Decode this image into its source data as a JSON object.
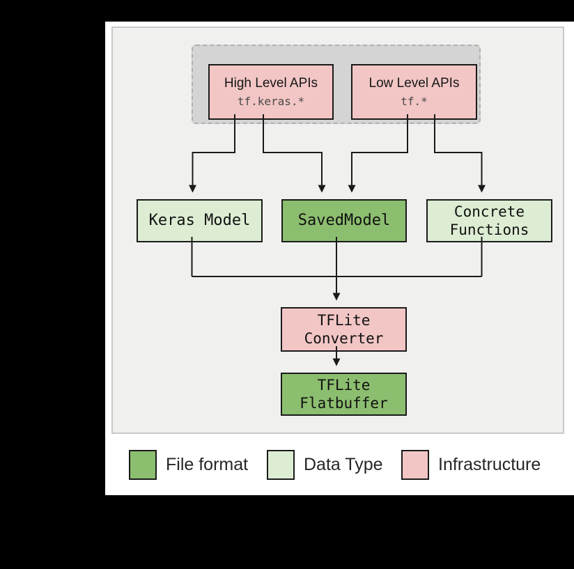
{
  "canvas": {
    "background": "#000000"
  },
  "colors": {
    "file_format_green": "#8cbe6f",
    "data_type_green": "#ddedd3",
    "infrastructure_pink": "#f2c6c5",
    "panel_bg": "#f0f0ee",
    "api_group_bg": "#d4d4d4",
    "connector_line": "#1a1a1a"
  },
  "diagram": {
    "api_group": {
      "high_level_box": {
        "title": "High Level APIs",
        "code": "tf.keras.*"
      },
      "low_level_box": {
        "title": "Low Level APIs",
        "code": "tf.*"
      }
    },
    "keras_model_box": {
      "label": "Keras Model"
    },
    "saved_model_box": {
      "label": "SavedModel"
    },
    "concrete_functions_box": {
      "line1": "Concrete",
      "line2": "Functions"
    },
    "tflite_converter_box": {
      "line1": "TFLite",
      "line2": "Converter"
    },
    "tflite_flatbuffer_box": {
      "line1": "TFLite",
      "line2": "Flatbuffer"
    }
  },
  "legend": {
    "items": [
      {
        "label": "File format",
        "color": "#8cbe6f"
      },
      {
        "label": "Data Type",
        "color": "#ddedd3"
      },
      {
        "label": "Infrastructure",
        "color": "#f2c6c5"
      }
    ]
  }
}
